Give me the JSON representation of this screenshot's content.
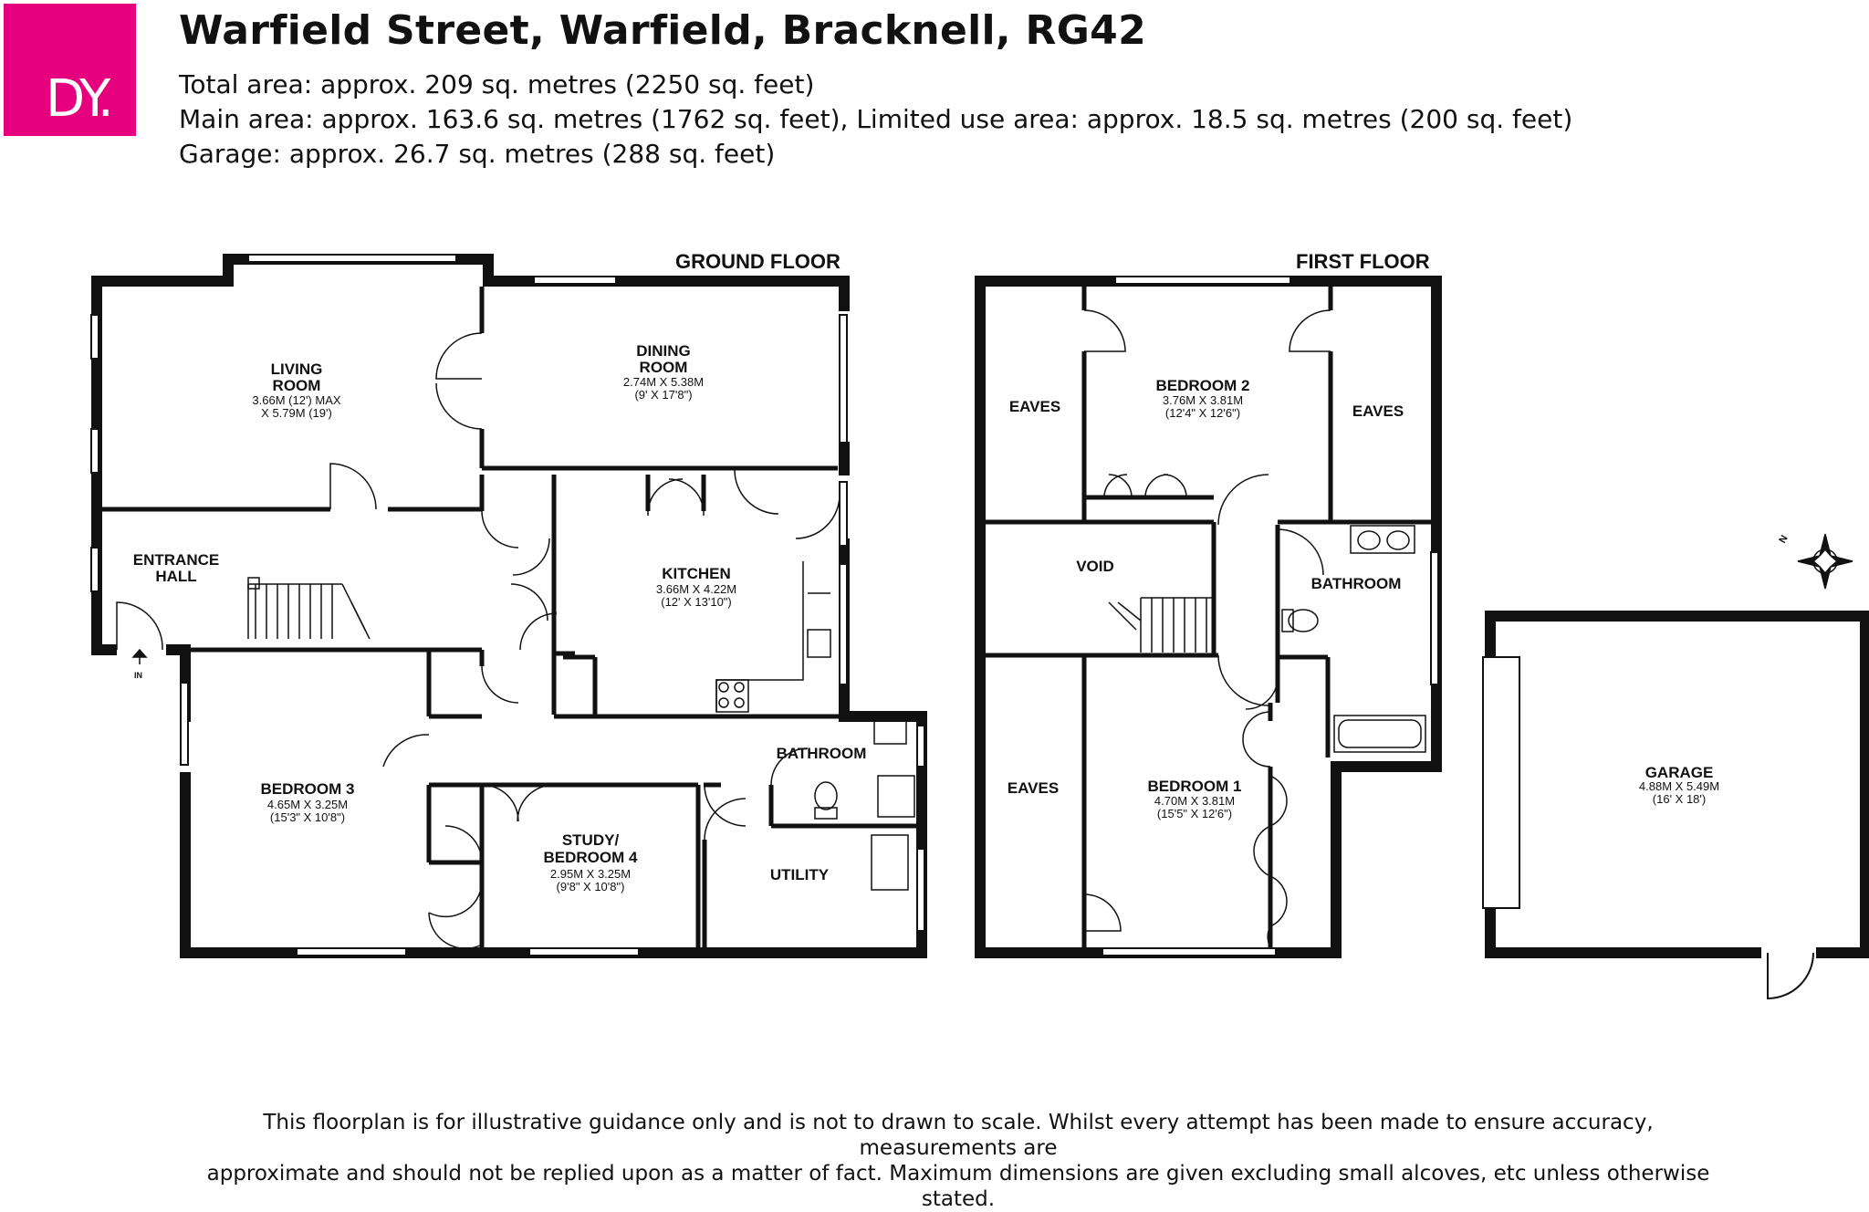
{
  "logo": {
    "text": "DY."
  },
  "header": {
    "title": "Warfield Street, Warfield, Bracknell, RG42",
    "total_area": "Total area: approx. 209 sq. metres (2250 sq. feet)",
    "main_area": "Main area: approx. 163.6 sq. metres (1762 sq. feet), Limited use area: approx. 18.5 sq. metres (200 sq. feet)",
    "garage_area": "Garage: approx. 26.7 sq. metres (288 sq. feet)"
  },
  "floors": {
    "ground": "GROUND FLOOR",
    "first": "FIRST FLOOR"
  },
  "entrance_marker": "IN",
  "rooms": {
    "living": {
      "l1": "LIVING",
      "l2": "ROOM",
      "d1": "3.66M (12') MAX",
      "d2": "X 5.79M (19')"
    },
    "dining": {
      "l1": "DINING",
      "l2": "ROOM",
      "d1": "2.74M X 5.38M",
      "d2": "(9' X 17'8\")"
    },
    "entrance": {
      "l1": "ENTRANCE",
      "l2": "HALL"
    },
    "kitchen": {
      "l1": "KITCHEN",
      "d1": "3.66M X 4.22M",
      "d2": "(12' X 13'10\")"
    },
    "bedroom3": {
      "l1": "BEDROOM 3",
      "d1": "4.65M X 3.25M",
      "d2": "(15'3\" X 10'8\")"
    },
    "study": {
      "l1": "STUDY/",
      "l2": "BEDROOM 4",
      "d1": "2.95M X 3.25M",
      "d2": "(9'8\" X 10'8\")"
    },
    "bathroom_g": {
      "l1": "BATHROOM"
    },
    "utility": {
      "l1": "UTILITY"
    },
    "eaves_tl": {
      "l1": "EAVES"
    },
    "eaves_tr": {
      "l1": "EAVES"
    },
    "eaves_bl": {
      "l1": "EAVES"
    },
    "bedroom2": {
      "l1": "BEDROOM 2",
      "d1": "3.76M X 3.81M",
      "d2": "(12'4\" X 12'6\")"
    },
    "void": {
      "l1": "VOID"
    },
    "bathroom_f": {
      "l1": "BATHROOM"
    },
    "bedroom1": {
      "l1": "BEDROOM 1",
      "d1": "4.70M X 3.81M",
      "d2": "(15'5\" X 12'6\")"
    },
    "garage": {
      "l1": "GARAGE",
      "d1": "4.88M X 5.49M",
      "d2": "(16' X 18')"
    }
  },
  "compass": {
    "label": "N",
    "icon": "compass-icon"
  },
  "disclaimer": {
    "line1": "This floorplan is for illustrative guidance only and is not to drawn to scale. Whilst every attempt has been made to ensure accuracy, measurements are",
    "line2": "approximate and should not be replied upon as a matter of fact. Maximum dimensions are given excluding small alcoves, etc unless otherwise stated."
  },
  "colors": {
    "brand": "#e6007e",
    "walls": "#111111"
  }
}
